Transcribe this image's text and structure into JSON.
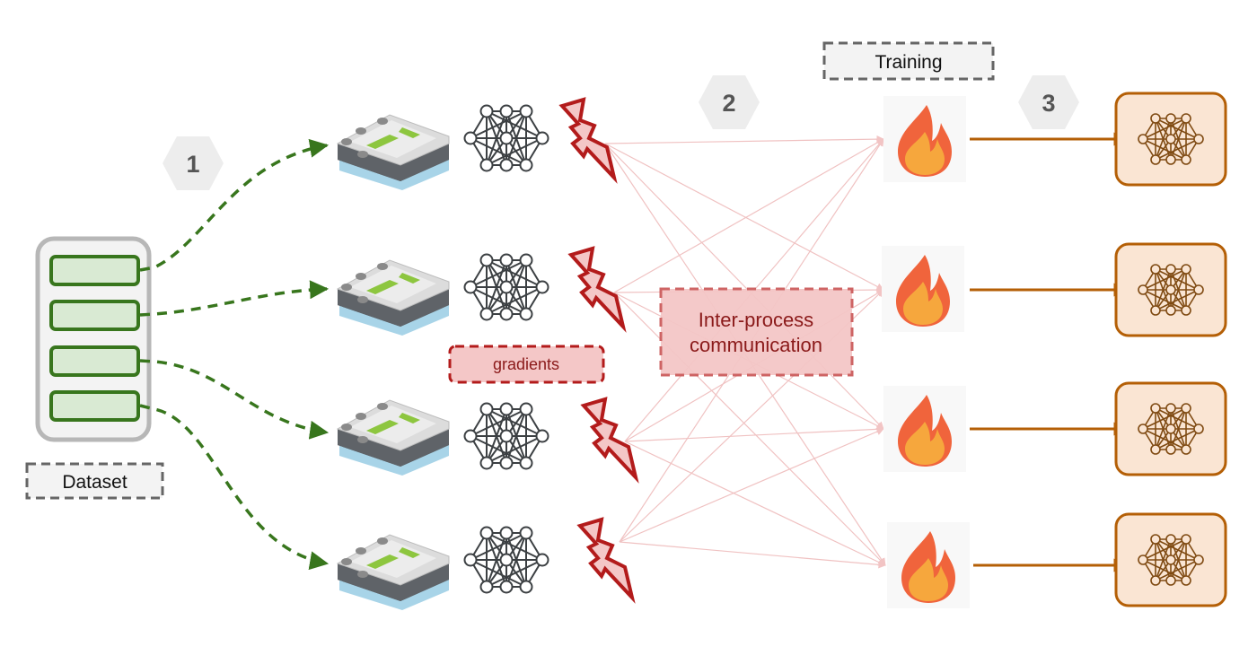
{
  "title": "Data-parallel distributed training diagram",
  "labels": {
    "dataset": "Dataset",
    "training": "Training",
    "gradients": "gradients",
    "ipc_line1": "Inter-process",
    "ipc_line2": "communication"
  },
  "steps": [
    {
      "number": "1",
      "meaning": "shard dataset to workers"
    },
    {
      "number": "2",
      "meaning": "exchange gradients"
    },
    {
      "number": "3",
      "meaning": "produce updated models"
    }
  ],
  "dataset_shards": 4,
  "workers": [
    {
      "id": "worker-1"
    },
    {
      "id": "worker-2"
    },
    {
      "id": "worker-3"
    },
    {
      "id": "worker-4"
    }
  ],
  "icons": {
    "storage": "hard-drive-icon",
    "model": "neural-network-icon",
    "gradient": "lightning-bolt-icon",
    "training": "fire-icon",
    "output_model": "neural-network-icon"
  },
  "colors": {
    "dataset_green": "#38761d",
    "dataset_fill": "#d9ead3",
    "gradient_red": "#b31b1b",
    "gradient_fill": "#f4c7c7",
    "comm_line": "#eebcbc",
    "output_brown": "#b45f06",
    "output_fill": "#fae5d3",
    "hex_gray": "#ededed",
    "hex_text": "#555555",
    "label_border": "#666666",
    "label_fill": "#f3f3f3"
  }
}
